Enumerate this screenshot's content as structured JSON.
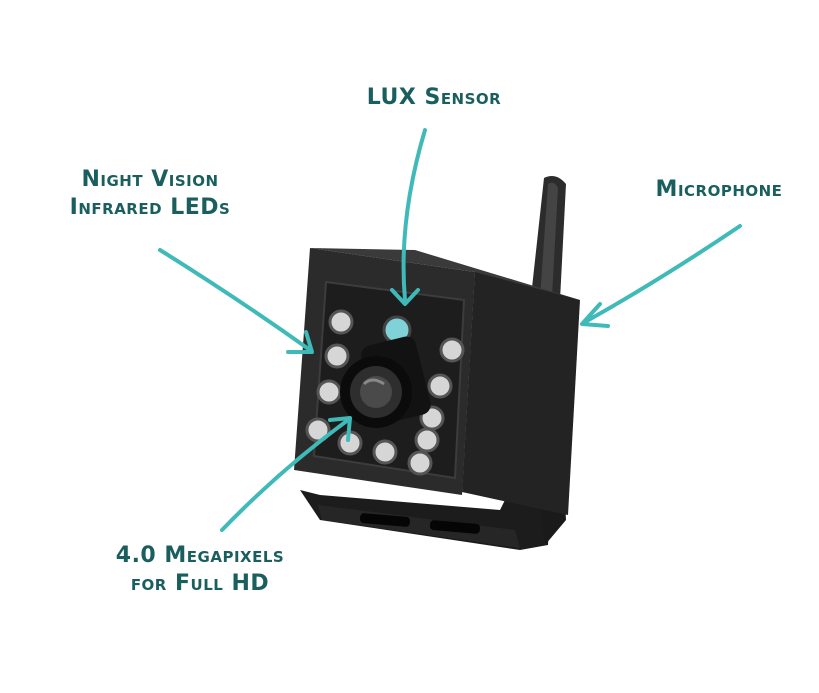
{
  "colors": {
    "annotation": "#3fbab8",
    "label_text": "#1a5e5e",
    "camera_body": "#2a2a2a",
    "camera_dark": "#151515",
    "led": "#cfcfcf",
    "lux_sensor": "#7fd3d8"
  },
  "labels": {
    "lux": {
      "line1": "LUX Sensor"
    },
    "night_vision": {
      "line1": "Night Vision",
      "line2": "Infrared LEDs"
    },
    "microphone": {
      "line1": "Microphone"
    },
    "megapixels": {
      "line1": "4.0 Megapixels",
      "line2": "for Full HD"
    }
  },
  "image": {
    "subject": "security-camera"
  }
}
